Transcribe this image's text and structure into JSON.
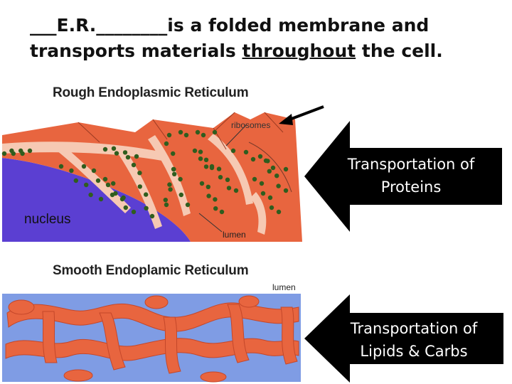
{
  "headline": {
    "blank_1": "___",
    "term": "E.R.",
    "blank_2": "________",
    "text_1": "is a folded membrane and",
    "text_2": "transports materials",
    "underlined": "throughout",
    "text_3": "the cell."
  },
  "rough": {
    "title": "Rough Endoplasmic Reticulum",
    "ribosomes_label": "ribosomes",
    "nucleus_label": "nucleus",
    "lumen_label": "lumen"
  },
  "smooth": {
    "title": "Smooth Endoplamic Reticulum",
    "lumen_label": "lumen"
  },
  "arrows": {
    "top": {
      "line1": "Transportation of",
      "line2": "Proteins"
    },
    "bottom": {
      "line1": "Transportation of",
      "line2": "Lipids & Carbs"
    }
  },
  "colors": {
    "er_orange": "#e8653f",
    "lumen_pink": "#f6c9b3",
    "nucleus_purple": "#5b3fd2",
    "ribosome_green": "#2f5d1e",
    "smooth_bg": "#7f9ce4",
    "arrow_black": "#000000"
  }
}
